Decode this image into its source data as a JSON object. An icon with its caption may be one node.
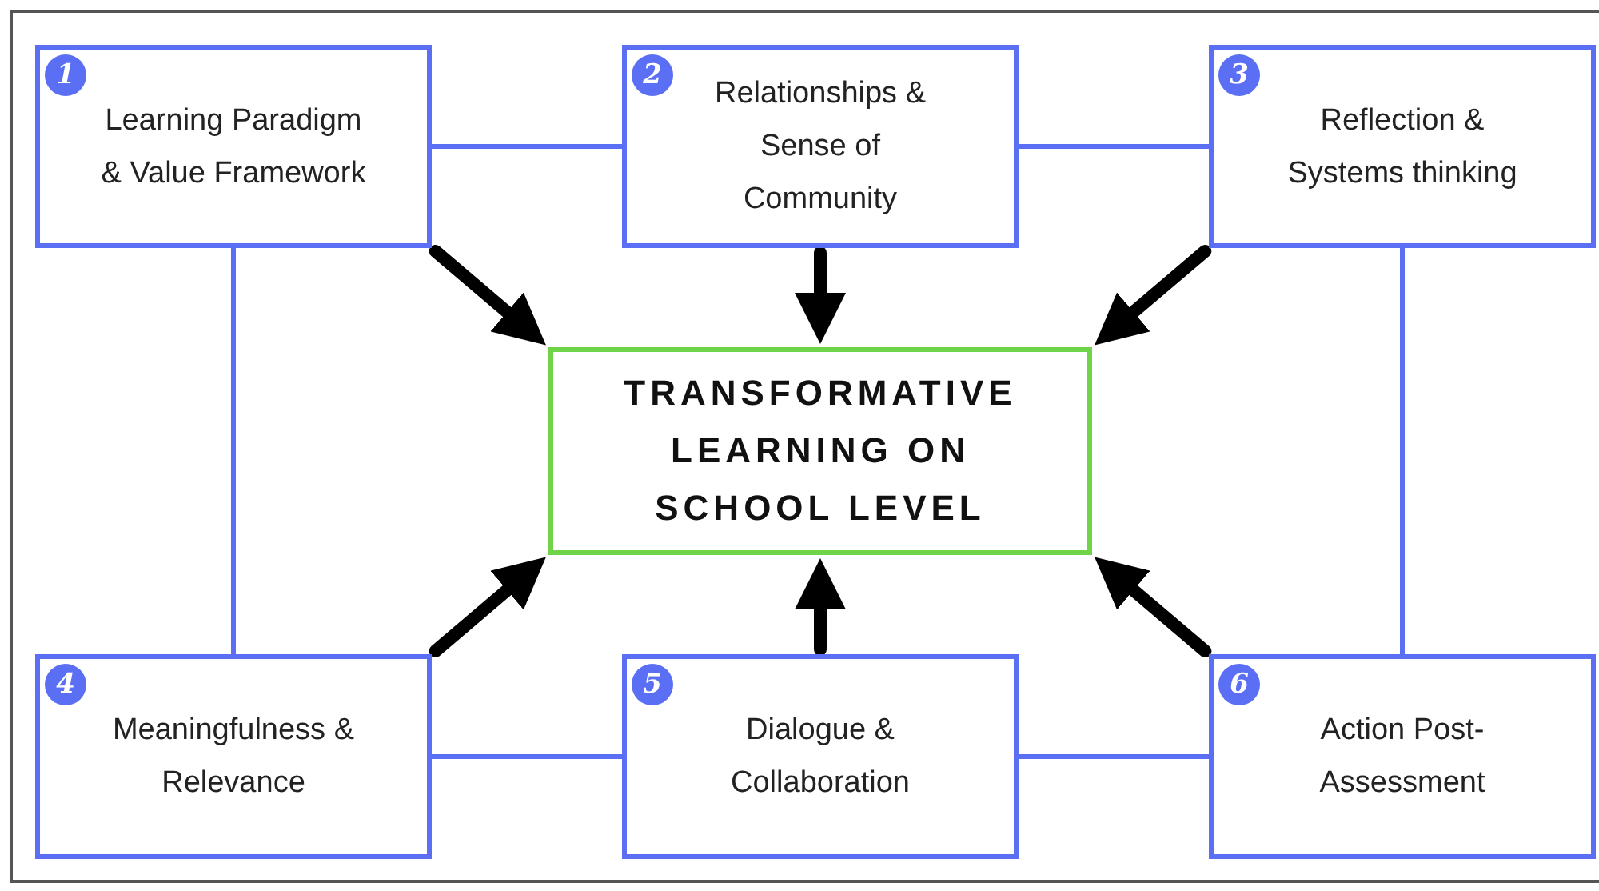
{
  "diagram": {
    "nodes": [
      {
        "text": [
          "Learning Paradigm & Value Framework"
        ]
      },
      {
        "text": [
          "1"
        ],
        "in": 0
      },
      {
        "text": [
          "Relationships & Sense of Community"
        ]
      },
      {
        "text": [
          "2"
        ],
        "in": 2
      },
      {
        "text": [
          "Reflection & Systems thinking"
        ]
      },
      {
        "text": [
          "3"
        ],
        "in": 4
      },
      {
        "text": [
          "TRANSFORMATIVE LEARNING ON SCHOOL LEVEL"
        ]
      },
      {
        "text": [
          "Meaningfulness & Relevance"
        ]
      },
      {
        "text": [
          "4"
        ],
        "in": 7
      },
      {
        "text": [
          "Dialogue & Collaboration"
        ]
      },
      {
        "text": [
          "5"
        ],
        "in": 9
      },
      {
        "text": [
          "Action Post-Assessment"
        ]
      },
      {
        "text": [
          "6"
        ],
        "in": 11
      }
    ],
    "edges": [
      {
        "from": 0,
        "to": 2,
        "arrow": "none",
        "color": "#5b6ff5"
      },
      {
        "from": 2,
        "to": 4,
        "arrow": "none",
        "color": "#5b6ff5"
      },
      {
        "from": 0,
        "to": 7,
        "arrow": "none",
        "color": "#5b6ff5"
      },
      {
        "from": 4,
        "to": 11,
        "arrow": "none",
        "color": "#5b6ff5"
      },
      {
        "from": 7,
        "to": 9,
        "arrow": "none",
        "color": "#5b6ff5"
      },
      {
        "from": 9,
        "to": 11,
        "arrow": "none",
        "color": "#5b6ff5"
      },
      {
        "from": 0,
        "to": 6,
        "arrow": "to",
        "style": "thick",
        "color": "#000000"
      },
      {
        "from": 2,
        "to": 6,
        "arrow": "to",
        "style": "thick",
        "color": "#000000"
      },
      {
        "from": 4,
        "to": 6,
        "arrow": "to",
        "style": "thick",
        "color": "#000000"
      },
      {
        "from": 7,
        "to": 6,
        "arrow": "to",
        "style": "thick",
        "color": "#000000"
      },
      {
        "from": 9,
        "to": 6,
        "arrow": "to",
        "style": "thick",
        "color": "#000000"
      },
      {
        "from": 11,
        "to": 6,
        "arrow": "to",
        "style": "thick",
        "color": "#000000"
      }
    ]
  }
}
